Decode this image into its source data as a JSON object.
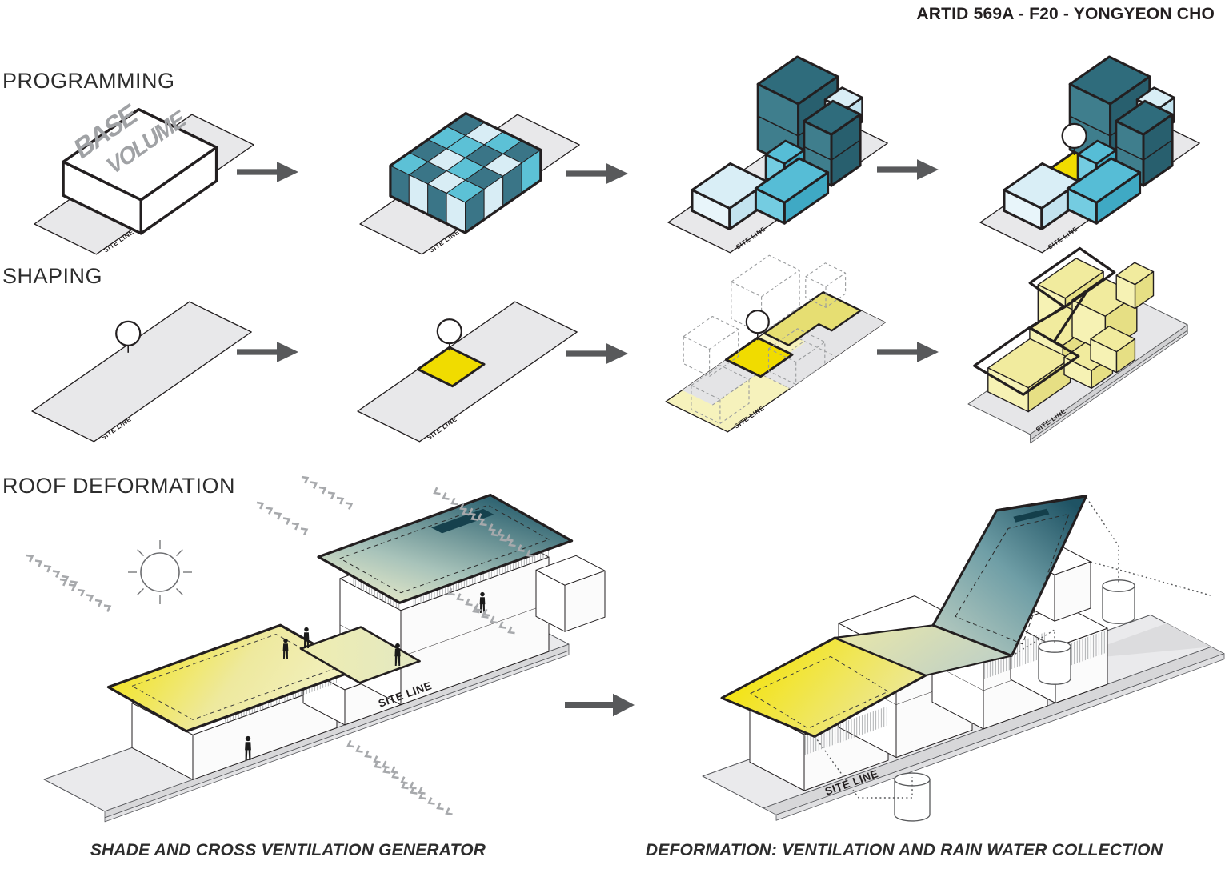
{
  "header": {
    "title": "ARTID 569A - F20 - YONGYEON CHO"
  },
  "sections": {
    "programming": {
      "label": "PROGRAMMING"
    },
    "shaping": {
      "label": "SHAPING"
    },
    "roof_deformation": {
      "label": "ROOF DEFORMATION"
    }
  },
  "diagram_labels": {
    "site_line": "SITE LINE",
    "base_volume": {
      "line1": "BASE",
      "line2": "VOLUME"
    }
  },
  "captions": {
    "shade": "SHADE AND CROSS VENTILATION GENERATOR",
    "deformation": "DEFORMATION: VENTILATION AND RAIN WATER COLLECTION"
  },
  "colors": {
    "ink": "#231f20",
    "site_gray": "#e8e8ea",
    "plinth_gray": "#d8d8da",
    "teal_dark": "#2e6d7e",
    "teal_mid": "#58bfd8",
    "teal_pale": "#d6edf5",
    "yellow_bright": "#f0dc00",
    "yellow_pale": "#f6f2bc",
    "yellow_massing": "#efe998",
    "yellow_zone": "#e6de72",
    "arrow_gray": "#58595b",
    "chevron_gray": "#a7a9ac",
    "ghost_gray": "#9a9c9e"
  }
}
